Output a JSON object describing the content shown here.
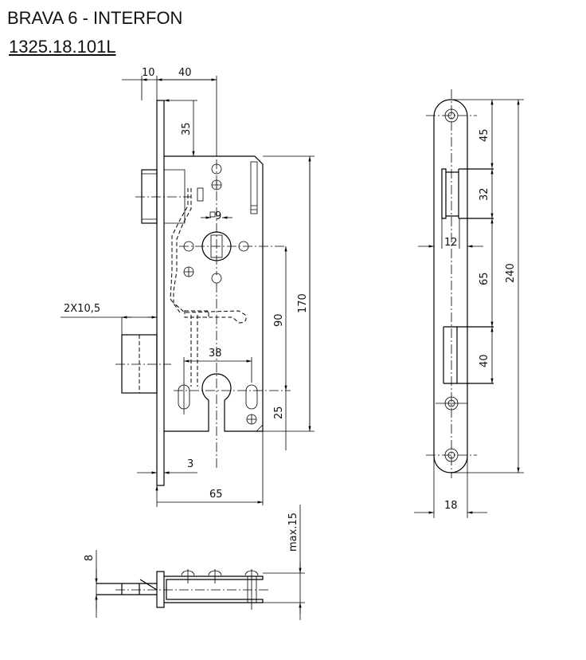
{
  "header": {
    "title": "BRAVA 6 - INTERFON",
    "code": "1325.18.101L"
  },
  "front_view": {
    "dims": {
      "faceplate_offset": "10",
      "backset_top": "40",
      "top_offset": "35",
      "square": "9",
      "bolt": "2X10,5",
      "hole_spacing": "38",
      "center_distance": "90",
      "body_height": "170",
      "bottom": "25",
      "faceplate_thickness": "3",
      "body_width": "65"
    }
  },
  "side_view": {
    "dims": {
      "bolt_height": "8",
      "max_depth": "max.15"
    }
  },
  "strike_plate": {
    "dims": {
      "top": "45",
      "latch_opening": "32",
      "gap": "65",
      "bolt_opening": "40",
      "total_length": "240",
      "opening_width": "12",
      "plate_width": "18"
    }
  }
}
